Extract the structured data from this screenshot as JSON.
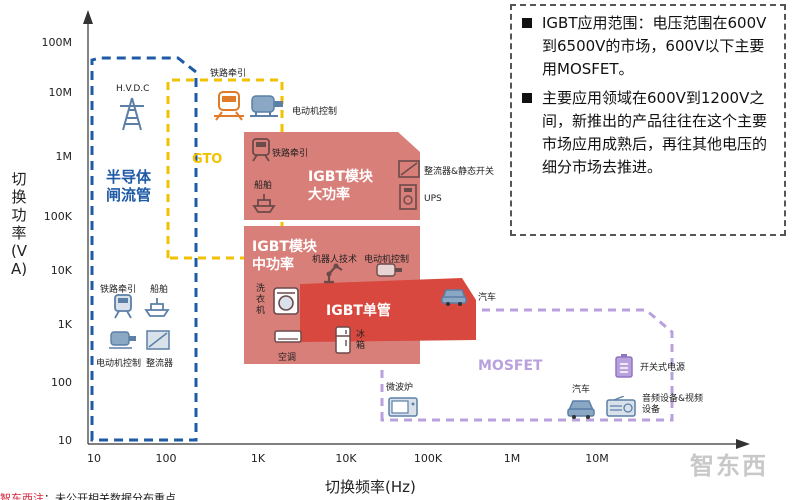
{
  "axes": {
    "ylabel": "切换功率(VA)",
    "xlabel": "切换频率(Hz)",
    "y_ticks": [
      "100M",
      "10M",
      "1M",
      "100K",
      "10K",
      "1K",
      "100",
      "10"
    ],
    "x_ticks": [
      "10",
      "100",
      "1K",
      "10K",
      "100K",
      "1M",
      "10M"
    ]
  },
  "regions": {
    "thyristor": {
      "title_line1": "半导体",
      "title_line2": "闸流管",
      "color": "#1f5aa6"
    },
    "gto": {
      "title": "GTO",
      "color": "#f2c200"
    },
    "igbt_high": {
      "title_line1": "IGBT模块",
      "title_line2": "大功率",
      "color": "#d97f7a"
    },
    "igbt_mid": {
      "title_line1": "IGBT模块",
      "title_line2": "中功率",
      "color": "#d97f7a"
    },
    "igbt_single": {
      "title": "IGBT单管",
      "color": "#d8483e"
    },
    "mosfet": {
      "title": "MOSFET",
      "color": "#b9a1de"
    }
  },
  "labels": {
    "hvdc": "H.V.D.C",
    "rail_top": "铁路牵引",
    "motor_top": "电动机控制",
    "rail_high": "铁路牵引",
    "ship_high": "船舶",
    "rectifier_high": "整流器&静态开关",
    "ups": "UPS",
    "robot": "机器人技术",
    "motor_mid": "电动机控制",
    "washer_line1": "洗",
    "washer_line2": "衣",
    "washer_line3": "机",
    "ac": "空调",
    "fridge_line1": "冰",
    "fridge_line2": "箱",
    "car_igbt": "汽车",
    "rail_left": "铁路牵引",
    "ship_left": "船舶",
    "motor_left": "电动机控制",
    "rectifier_left": "整流器",
    "microwave": "微波炉",
    "car_mosfet": "汽车",
    "smps": "开关式电源",
    "audio_line1": "音频设备&视频",
    "audio_line2": "设备"
  },
  "info": {
    "item1": "IGBT应用范围：电压范围在600V到6500V的市场，600V以下主要用MOSFET。",
    "item2": "主要应用领域在600V到1200V之间，新推出的产品往往在这个主要市场应用成熟后，再往其他电压的细分市场去推进。"
  },
  "footer": {
    "red_text": "智东西注",
    "black_text": "：未公开相关数据分布重点"
  },
  "watermark": "智东西",
  "colors": {
    "thyristor": "#1f5aa6",
    "gto": "#f2c200",
    "igbt_region": "#d97f7a",
    "igbt_single": "#d8483e",
    "mosfet": "#b9a1de",
    "icon_blue": "#5b7fa6",
    "icon_orange": "#e07b2a"
  },
  "icons": [
    "power-tower-icon",
    "train-icon",
    "motor-icon",
    "ship-icon",
    "rectifier-icon",
    "ups-icon",
    "robot-arm-icon",
    "washing-machine-icon",
    "air-conditioner-icon",
    "fridge-icon",
    "car-icon",
    "microwave-icon",
    "radio-icon",
    "battery-icon"
  ]
}
